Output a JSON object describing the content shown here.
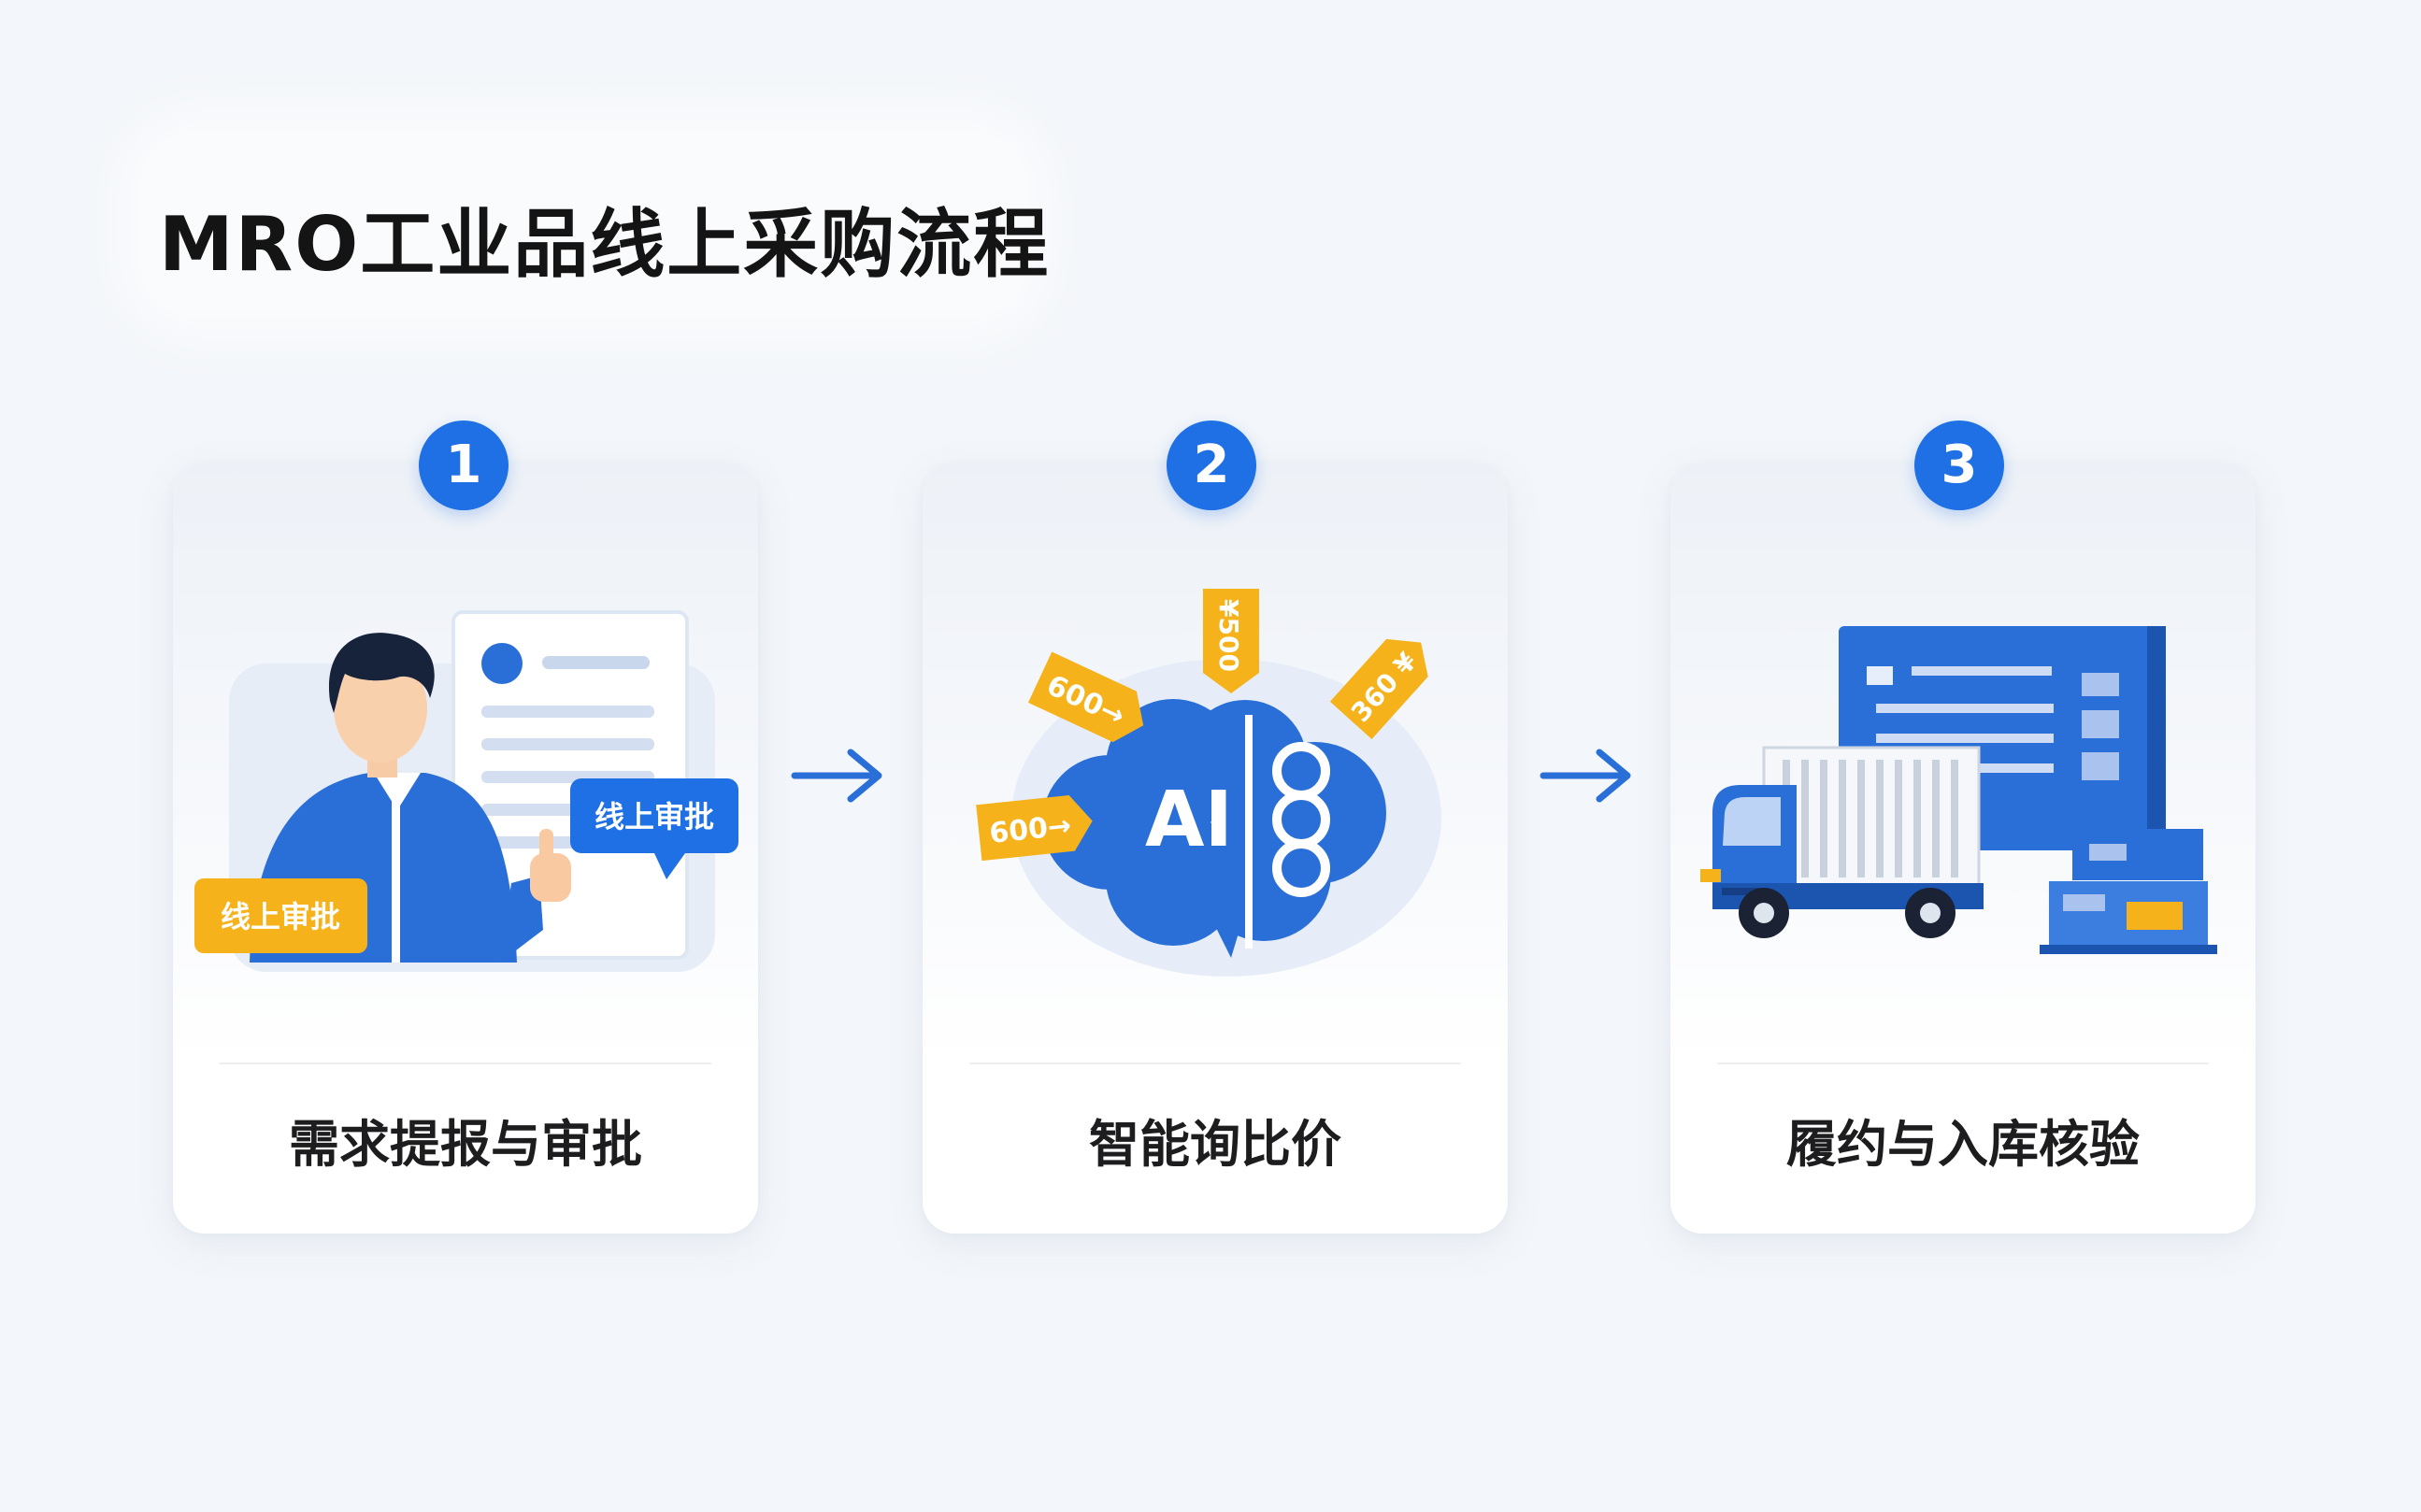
{
  "title": "MRO工业品线上采购流程",
  "steps": [
    {
      "number": "1",
      "label": "需求提报与审批",
      "tag_blue": "线上审批",
      "tag_yellow": "线上审批"
    },
    {
      "number": "2",
      "label": "智能询比价",
      "ai_text": "AI",
      "price_tags": [
        "600→",
        "600→",
        "¥500",
        "360 ¥"
      ]
    },
    {
      "number": "3",
      "label": "履约与入库核验"
    }
  ],
  "colors": {
    "brand_blue": "#1f6fe5",
    "accent_yellow": "#f5b21a",
    "background": "#f3f6fa"
  }
}
